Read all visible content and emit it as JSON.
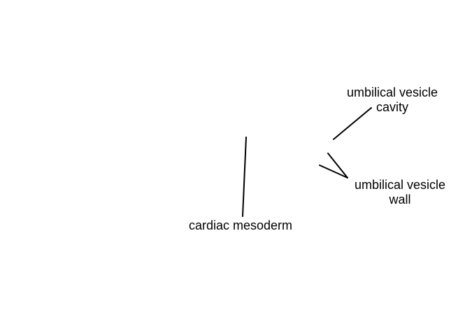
{
  "labels": {
    "umbilical_vesicle_cavity": {
      "line1": "umbilical vesicle",
      "line2": "cavity"
    },
    "umbilical_vesicle_wall": {
      "line1": "umbilical vesicle",
      "line2": "wall"
    },
    "cardiac_mesoderm": {
      "line1": "cardiac mesoderm"
    }
  },
  "colors": {
    "background": "#ffffff",
    "text": "#000000",
    "leader_line": "#000000"
  }
}
